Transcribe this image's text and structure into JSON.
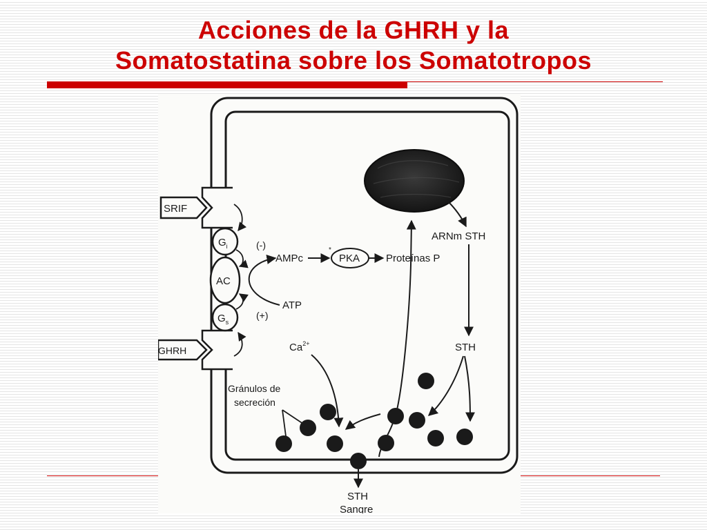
{
  "slide": {
    "title_line1": "Acciones de la GHRH y la",
    "title_line2": "Somatostatina sobre los Somatotropos",
    "accent_color": "#cc0000"
  },
  "diagram": {
    "receptors": {
      "srif": "SRIF",
      "ghrh": "GHRH"
    },
    "proteins": {
      "gi": "G",
      "gi_sub": "i",
      "ac": "AC",
      "gs": "G",
      "gs_sub": "s"
    },
    "signs": {
      "inhibit": "(-)",
      "stimulate": "(+)"
    },
    "molecules": {
      "ampc": "AMPc",
      "atp": "ATP",
      "pka": "PKA",
      "pka_mark": "*",
      "proteinas": "Proteínas P",
      "arnm": "ARNm STH",
      "sth": "STH",
      "ca": "Ca",
      "ca_sup": "2+"
    },
    "granules_label_line1": "Gránulos de",
    "granules_label_line2": "secreción",
    "output_line1": "STH",
    "output_line2": "Sangre"
  }
}
